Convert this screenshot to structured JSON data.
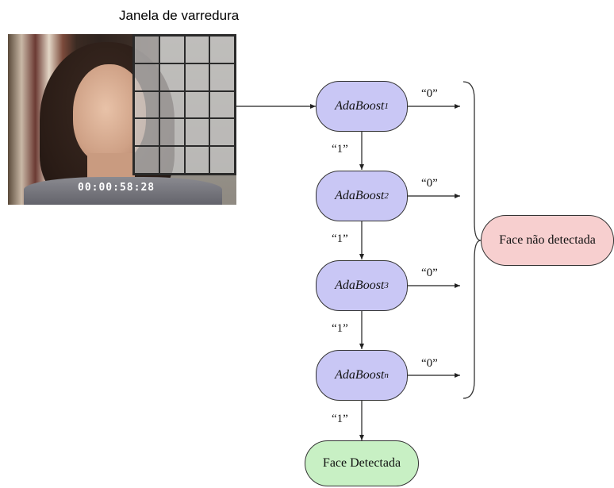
{
  "caption": "Janela de varredura",
  "timestamp": "00:00:58:28",
  "stages": [
    {
      "name": "AdaBoost",
      "sub": "1"
    },
    {
      "name": "AdaBoost",
      "sub": "2"
    },
    {
      "name": "AdaBoost",
      "sub": "3"
    },
    {
      "name": "AdaBoost",
      "sub": "n"
    }
  ],
  "reject_label": "“0”",
  "accept_label": "“1”",
  "not_detected": "Face não detectada",
  "detected": "Face Detectada",
  "colors": {
    "stage_fill": "#c9c7f5",
    "not_detected_fill": "#f7cfcf",
    "detected_fill": "#c8f0c4"
  }
}
